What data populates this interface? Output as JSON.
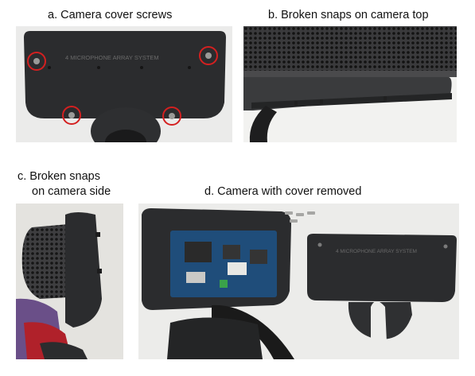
{
  "panels": {
    "a": {
      "caption": "a. Camera cover screws",
      "engraving": "4 MICROPHONE ARRAY SYSTEM"
    },
    "b": {
      "caption": "b. Broken snaps on camera top"
    },
    "c": {
      "caption_line1": "c. Broken snaps",
      "caption_line2": "on camera side"
    },
    "d": {
      "caption": "d. Camera with cover removed",
      "engraving": "4 MICROPHONE ARRAY SYSTEM"
    }
  },
  "colors": {
    "highlight_circle": "#d42020",
    "device_body": "#2b2c2e",
    "circuit_board": "#1f4d7a"
  }
}
